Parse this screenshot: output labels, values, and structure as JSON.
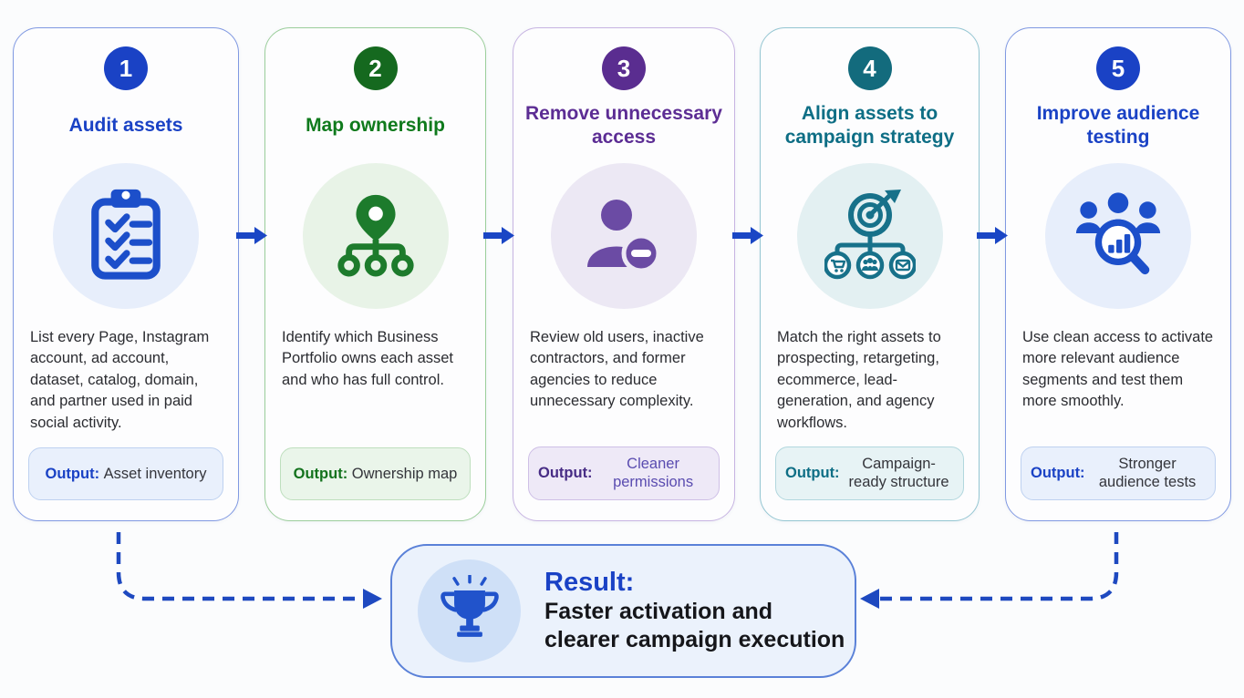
{
  "page": {
    "background": "#fbfcfd",
    "type": "process-infographic"
  },
  "steps": [
    {
      "number": "1",
      "title": "Audit assets",
      "icon": "clipboard-checklist-icon",
      "accent": "#1a42c5",
      "description": "List every Page, Instagram account, ad account, dataset, catalog, domain, and partner used in paid social activity.",
      "output_label": "Output:",
      "output_value": "Asset inventory"
    },
    {
      "number": "2",
      "title": "Map ownership",
      "icon": "location-pin-hierarchy-icon",
      "accent": "#0f7a1c",
      "description": "Identify which Business Portfolio owns each asset and who has full control.",
      "output_label": "Output:",
      "output_value": "Ownership map"
    },
    {
      "number": "3",
      "title": "Remove unnecessary access",
      "icon": "user-remove-icon",
      "accent": "#5c2d94",
      "description": "Review old users, inactive contractors, and former agencies to reduce unnecessary complexity.",
      "output_label": "Output:",
      "output_value": "Cleaner permissions"
    },
    {
      "number": "4",
      "title": "Align assets to campaign strategy",
      "icon": "target-channels-icon",
      "accent": "#0e6e85",
      "description": "Match the right assets to prospecting, retargeting, ecommerce, lead-generation, and agency workflows.",
      "output_label": "Output:",
      "output_value": "Campaign-ready structure"
    },
    {
      "number": "5",
      "title": "Improve audience testing",
      "icon": "audience-magnifier-icon",
      "accent": "#1a42c5",
      "description": "Use clean access to activate more relevant audience segments and test them more smoothly.",
      "output_label": "Output:",
      "output_value": "Stronger audience tests"
    }
  ],
  "result": {
    "label": "Result:",
    "line1": "Faster activation and",
    "line2": "clearer campaign execution",
    "icon": "trophy-icon",
    "accent": "#1a42c5"
  },
  "connectors": {
    "solid_arrow_color": "#1a46c5",
    "dashed_arrow_color": "#1e49c0"
  }
}
